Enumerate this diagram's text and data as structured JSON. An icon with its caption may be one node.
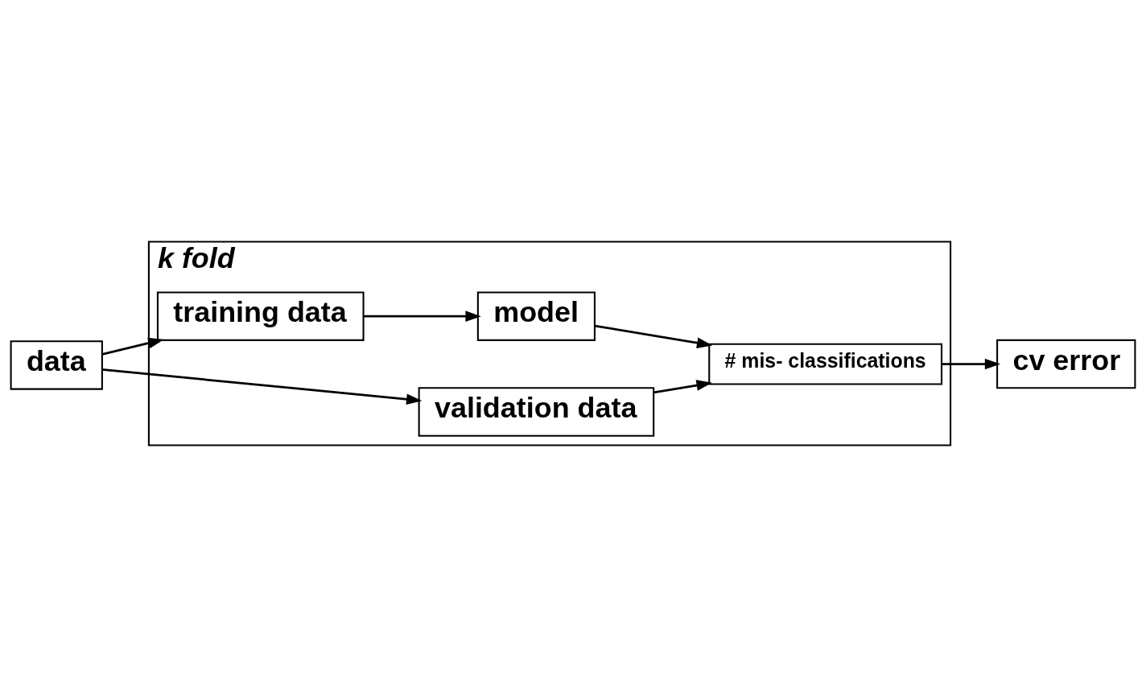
{
  "diagram": {
    "nodes": [
      {
        "text": [
          "data"
        ]
      },
      {
        "text": [
          "k fold"
        ]
      },
      {
        "text": [
          "training data"
        ],
        "in": 1
      },
      {
        "text": [
          "model"
        ],
        "in": 1
      },
      {
        "text": [
          "validation data"
        ],
        "in": 1
      },
      {
        "text": [
          "# mis- classifications"
        ],
        "in": 1
      },
      {
        "text": [
          "cv error"
        ]
      }
    ],
    "edges": [
      {
        "from": 0,
        "to": 2,
        "arrow": "to"
      },
      {
        "from": 0,
        "to": 4,
        "arrow": "to"
      },
      {
        "from": 2,
        "to": 3,
        "arrow": "to"
      },
      {
        "from": 3,
        "to": 5,
        "arrow": "to"
      },
      {
        "from": 4,
        "to": 5,
        "arrow": "to"
      },
      {
        "from": 5,
        "to": 6,
        "arrow": "to"
      }
    ]
  }
}
